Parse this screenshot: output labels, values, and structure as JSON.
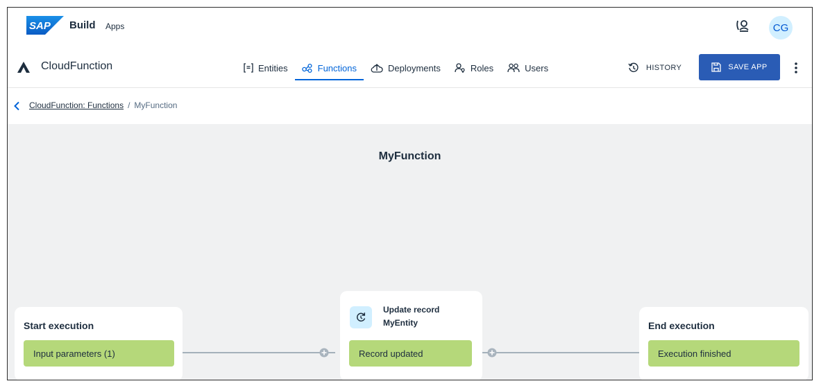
{
  "shell": {
    "logo_text": "SAP",
    "product": "Build",
    "product_sub": "Apps",
    "avatar_initials": "CG"
  },
  "app": {
    "name": "CloudFunction",
    "tabs": [
      {
        "label": "Entities",
        "icon": "entities-icon",
        "active": false
      },
      {
        "label": "Functions",
        "icon": "functions-icon",
        "active": true
      },
      {
        "label": "Deployments",
        "icon": "deployments-icon",
        "active": false
      },
      {
        "label": "Roles",
        "icon": "roles-icon",
        "active": false
      },
      {
        "label": "Users",
        "icon": "users-icon",
        "active": false
      }
    ],
    "history_label": "HISTORY",
    "save_label": "SAVE APP"
  },
  "breadcrumb": {
    "parent": "CloudFunction: Functions",
    "separator": "/",
    "current": "MyFunction"
  },
  "canvas": {
    "title": "MyFunction",
    "nodes": {
      "start": {
        "title": "Start execution",
        "output": "Input parameters (1)"
      },
      "update": {
        "title_line1": "Update record",
        "title_line2": "MyEntity",
        "output": "Record updated"
      },
      "end": {
        "title": "End execution",
        "output": "Execution finished"
      }
    }
  },
  "colors": {
    "accent": "#0064d9",
    "save_button": "#2a5cb5",
    "pill": "#b5d87a",
    "canvas": "#f0f1f2",
    "sap_logo": "#0a6ed1"
  }
}
